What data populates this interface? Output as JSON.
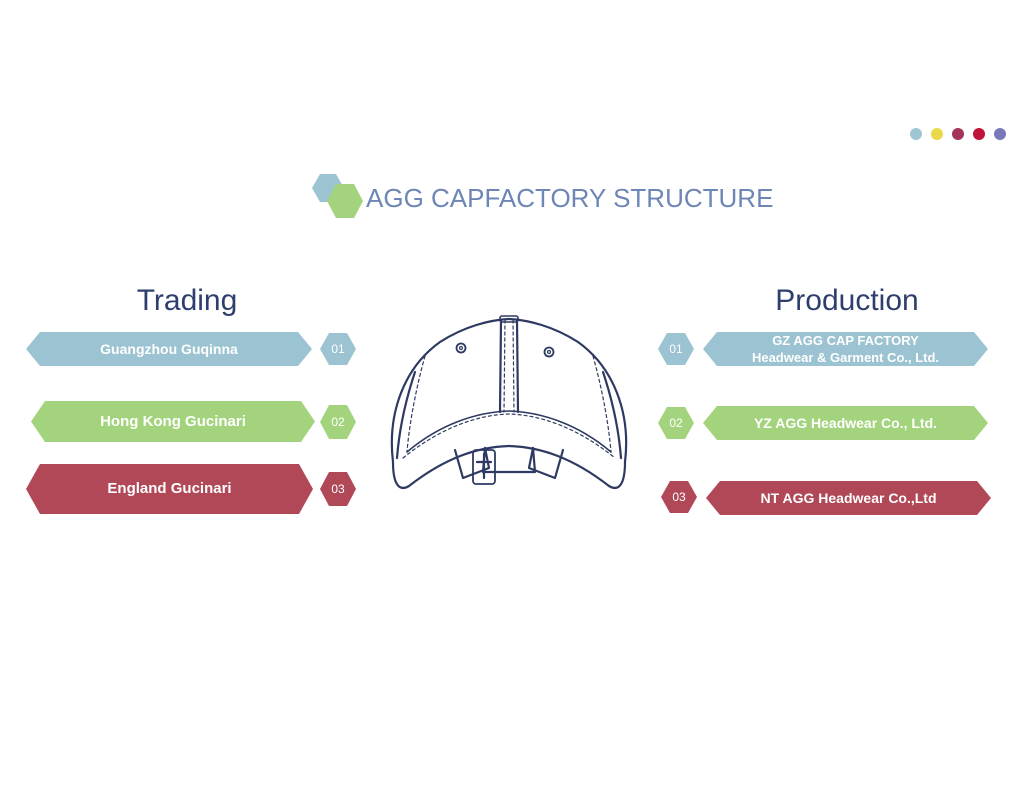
{
  "title": "AGG CAPFACTORY STRUCTURE",
  "colors": {
    "blue": "#9cc3d1",
    "green": "#a3d47d",
    "red": "#b04858",
    "title": "#6e86b6",
    "heading": "#2e3f6e",
    "cap_stroke": "#2e3a62"
  },
  "dots": [
    "#9fc6d3",
    "#e8d84a",
    "#a4325a",
    "#c0143a",
    "#7a78bd"
  ],
  "trading": {
    "heading": "Trading",
    "items": [
      {
        "label": "Guangzhou Guqinna",
        "number": "01",
        "color": "blue"
      },
      {
        "label": "Hong Kong  Gucinari",
        "number": "02",
        "color": "green"
      },
      {
        "label": "England Gucinari",
        "number": "03",
        "color": "red"
      }
    ]
  },
  "production": {
    "heading": "Production",
    "items": [
      {
        "label": "GZ AGG CAP FACTORY\nHeadwear & Garment Co., Ltd.",
        "number": "01",
        "color": "blue"
      },
      {
        "label": "YZ  AGG Headwear Co., Ltd.",
        "number": "02",
        "color": "green"
      },
      {
        "label": "NT AGG Headwear Co.,Ltd",
        "number": "03",
        "color": "red"
      }
    ]
  },
  "illustration": {
    "icon": "baseball-cap-icon"
  }
}
